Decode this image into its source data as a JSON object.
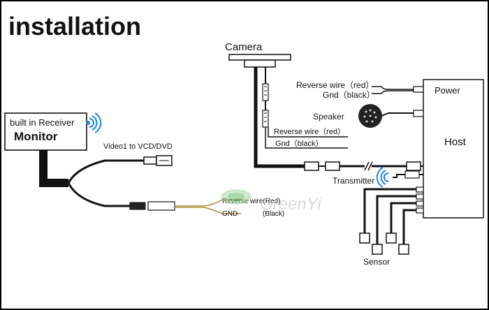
{
  "title": "installation",
  "monitor": {
    "line1": "built in Receiver",
    "line2": "Monitor"
  },
  "video_label": "Video1 to VCD/DVD",
  "camera_label": "Camera",
  "host": {
    "power": "Power",
    "host": "Host"
  },
  "host_side": {
    "reverse_wire": "Reverse wire（red）",
    "gnd": "Gnd（black）",
    "speaker": "Speaker"
  },
  "camera_wires": {
    "reverse_wire": "Reverse wire（red）",
    "gnd": "Gnd（black）"
  },
  "transmitter_label": "Transmitter",
  "sensor_label": "Sensor",
  "monitor_wires": {
    "reverse_wire": "Reverse wire(Red)",
    "gnd": "GND",
    "black": "(Black)"
  },
  "watermark": "GreenYi",
  "colors": {
    "line": "#111111",
    "border": "#000000",
    "watermark_green": "#4caf50"
  }
}
